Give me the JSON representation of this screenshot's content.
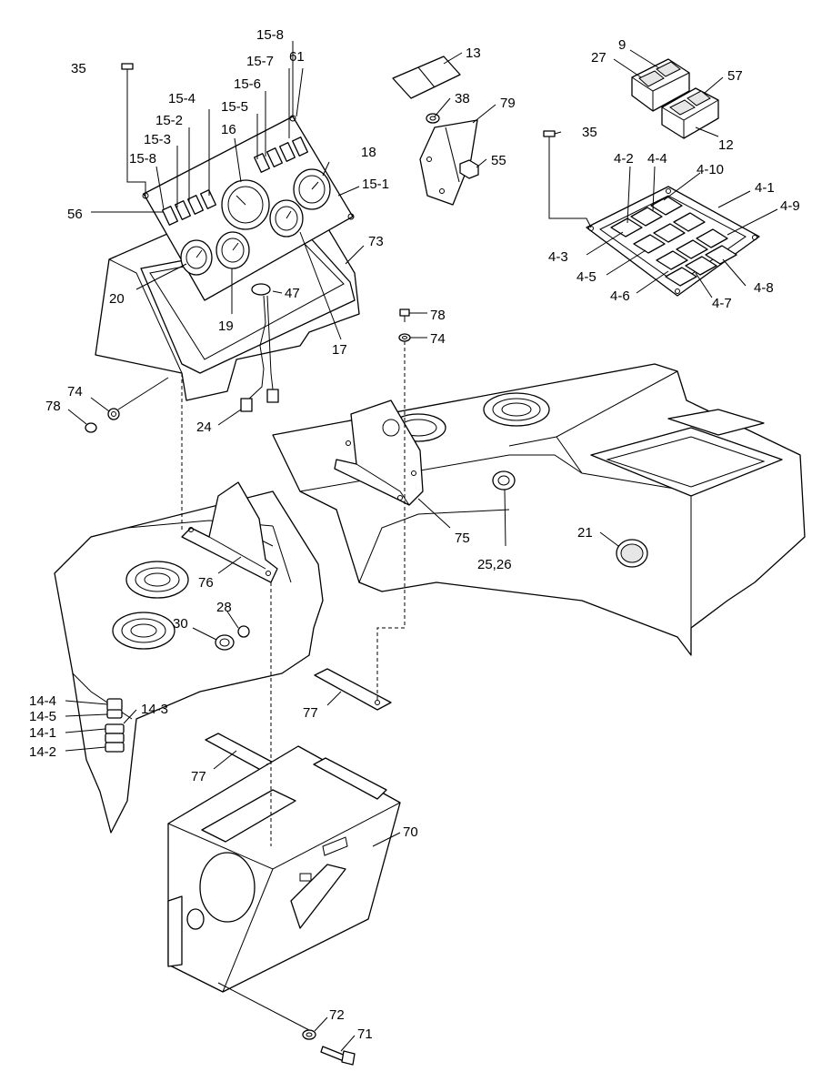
{
  "callouts": [
    {
      "id": "c-35a",
      "text": "35"
    },
    {
      "id": "c-15-8a",
      "text": "15-8"
    },
    {
      "id": "c-15-7",
      "text": "15-7"
    },
    {
      "id": "c-61",
      "text": "61"
    },
    {
      "id": "c-15-6",
      "text": "15-6"
    },
    {
      "id": "c-15-5",
      "text": "15-5"
    },
    {
      "id": "c-15-4",
      "text": "15-4"
    },
    {
      "id": "c-15-2",
      "text": "15-2"
    },
    {
      "id": "c-15-3",
      "text": "15-3"
    },
    {
      "id": "c-15-8b",
      "text": "15-8"
    },
    {
      "id": "c-16",
      "text": "16"
    },
    {
      "id": "c-18",
      "text": "18"
    },
    {
      "id": "c-15-1",
      "text": "15-1"
    },
    {
      "id": "c-56",
      "text": "56"
    },
    {
      "id": "c-73",
      "text": "73"
    },
    {
      "id": "c-20",
      "text": "20"
    },
    {
      "id": "c-47",
      "text": "47"
    },
    {
      "id": "c-19",
      "text": "19"
    },
    {
      "id": "c-17",
      "text": "17"
    },
    {
      "id": "c-13",
      "text": "13"
    },
    {
      "id": "c-38",
      "text": "38"
    },
    {
      "id": "c-79",
      "text": "79"
    },
    {
      "id": "c-55",
      "text": "55"
    },
    {
      "id": "c-9",
      "text": "9"
    },
    {
      "id": "c-27",
      "text": "27"
    },
    {
      "id": "c-57",
      "text": "57"
    },
    {
      "id": "c-12",
      "text": "12"
    },
    {
      "id": "c-35b",
      "text": "35"
    },
    {
      "id": "c-4-2",
      "text": "4-2"
    },
    {
      "id": "c-4-4",
      "text": "4-4"
    },
    {
      "id": "c-4-10",
      "text": "4-10"
    },
    {
      "id": "c-4-1",
      "text": "4-1"
    },
    {
      "id": "c-4-9",
      "text": "4-9"
    },
    {
      "id": "c-4-3",
      "text": "4-3"
    },
    {
      "id": "c-4-5",
      "text": "4-5"
    },
    {
      "id": "c-4-6",
      "text": "4-6"
    },
    {
      "id": "c-4-7",
      "text": "4-7"
    },
    {
      "id": "c-4-8",
      "text": "4-8"
    },
    {
      "id": "c-78a",
      "text": "78"
    },
    {
      "id": "c-74a",
      "text": "74"
    },
    {
      "id": "c-74b",
      "text": "74"
    },
    {
      "id": "c-78b",
      "text": "78"
    },
    {
      "id": "c-24",
      "text": "24"
    },
    {
      "id": "c-75",
      "text": "75"
    },
    {
      "id": "c-25-26",
      "text": "25,26"
    },
    {
      "id": "c-21",
      "text": "21"
    },
    {
      "id": "c-76",
      "text": "76"
    },
    {
      "id": "c-28",
      "text": "28"
    },
    {
      "id": "c-30",
      "text": "30"
    },
    {
      "id": "c-14-4",
      "text": "14-4"
    },
    {
      "id": "c-14-5",
      "text": "14-5"
    },
    {
      "id": "c-14-3",
      "text": "14-3"
    },
    {
      "id": "c-14-1",
      "text": "14-1"
    },
    {
      "id": "c-14-2",
      "text": "14-2"
    },
    {
      "id": "c-77a",
      "text": "77"
    },
    {
      "id": "c-77b",
      "text": "77"
    },
    {
      "id": "c-70",
      "text": "70"
    },
    {
      "id": "c-72",
      "text": "72"
    },
    {
      "id": "c-71",
      "text": "71"
    }
  ]
}
